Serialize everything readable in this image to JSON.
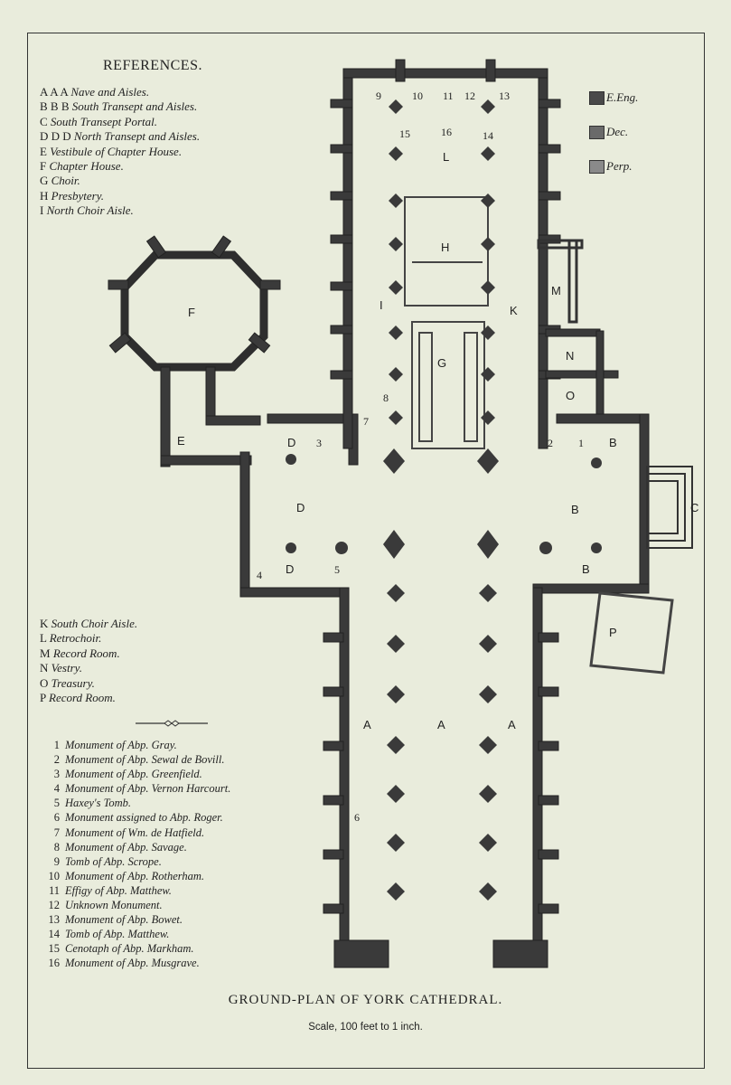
{
  "references": {
    "title": "REFERENCES.",
    "items": [
      {
        "key": "A A A",
        "desc": "Nave and Aisles."
      },
      {
        "key": "B B B",
        "desc": "South Transept and Aisles."
      },
      {
        "key": "C",
        "desc": "South Transept Portal."
      },
      {
        "key": "D D D",
        "desc": "North Transept and Aisles."
      },
      {
        "key": "E",
        "desc": "Vestibule of Chapter House."
      },
      {
        "key": "F",
        "desc": "Chapter House."
      },
      {
        "key": "G",
        "desc": "Choir."
      },
      {
        "key": "H",
        "desc": "Presbytery."
      },
      {
        "key": "I",
        "desc": "North Choir Aisle."
      }
    ],
    "items2": [
      {
        "key": "K",
        "desc": "South Choir Aisle."
      },
      {
        "key": "L",
        "desc": "Retrochoir."
      },
      {
        "key": "M",
        "desc": "Record Room."
      },
      {
        "key": "N",
        "desc": "Vestry."
      },
      {
        "key": "O",
        "desc": "Treasury."
      },
      {
        "key": "P",
        "desc": "Record Room."
      }
    ]
  },
  "monuments": [
    {
      "num": "1",
      "desc": "Monument of Abp. Gray."
    },
    {
      "num": "2",
      "desc": "Monument of Abp. Sewal de Bovill."
    },
    {
      "num": "3",
      "desc": "Monument of Abp. Greenfield."
    },
    {
      "num": "4",
      "desc": "Monument of Abp. Vernon Harcourt."
    },
    {
      "num": "5",
      "desc": "Haxey's Tomb."
    },
    {
      "num": "6",
      "desc": "Monument assigned to Abp. Roger."
    },
    {
      "num": "7",
      "desc": "Monument of Wm. de Hatfield."
    },
    {
      "num": "8",
      "desc": "Monument of Abp. Savage."
    },
    {
      "num": "9",
      "desc": "Tomb of Abp. Scrope."
    },
    {
      "num": "10",
      "desc": "Monument of Abp. Rotherham."
    },
    {
      "num": "11",
      "desc": "Effigy of Abp. Matthew."
    },
    {
      "num": "12",
      "desc": "Unknown Monument."
    },
    {
      "num": "13",
      "desc": "Monument of Abp. Bowet."
    },
    {
      "num": "14",
      "desc": "Tomb of Abp. Matthew."
    },
    {
      "num": "15",
      "desc": "Cenotaph of Abp. Markham."
    },
    {
      "num": "16",
      "desc": "Monument of Abp. Musgrave."
    }
  ],
  "legend": [
    {
      "label": "E.Eng.",
      "color": "#4a4a4a"
    },
    {
      "label": "Dec.",
      "color": "#6a6a6a"
    },
    {
      "label": "Perp.",
      "color": "#8a8a8a"
    }
  ],
  "plan_labels": {
    "nave": "A",
    "south_transept": "B",
    "portal": "C",
    "north_transept": "D",
    "vestibule": "E",
    "chapter_house": "F",
    "choir": "G",
    "presbytery": "H",
    "north_aisle": "I",
    "south_aisle": "K",
    "retrochoir": "L",
    "record_room": "M",
    "vestry": "N",
    "treasury": "O",
    "record_room_p": "P"
  },
  "plan_numbers": [
    "1",
    "2",
    "3",
    "4",
    "5",
    "6",
    "7",
    "8",
    "9",
    "10",
    "11",
    "12",
    "13",
    "14",
    "15",
    "16"
  ],
  "caption": "GROUND-PLAN OF YORK CATHEDRAL.",
  "scale": "Scale, 100 feet to 1 inch."
}
